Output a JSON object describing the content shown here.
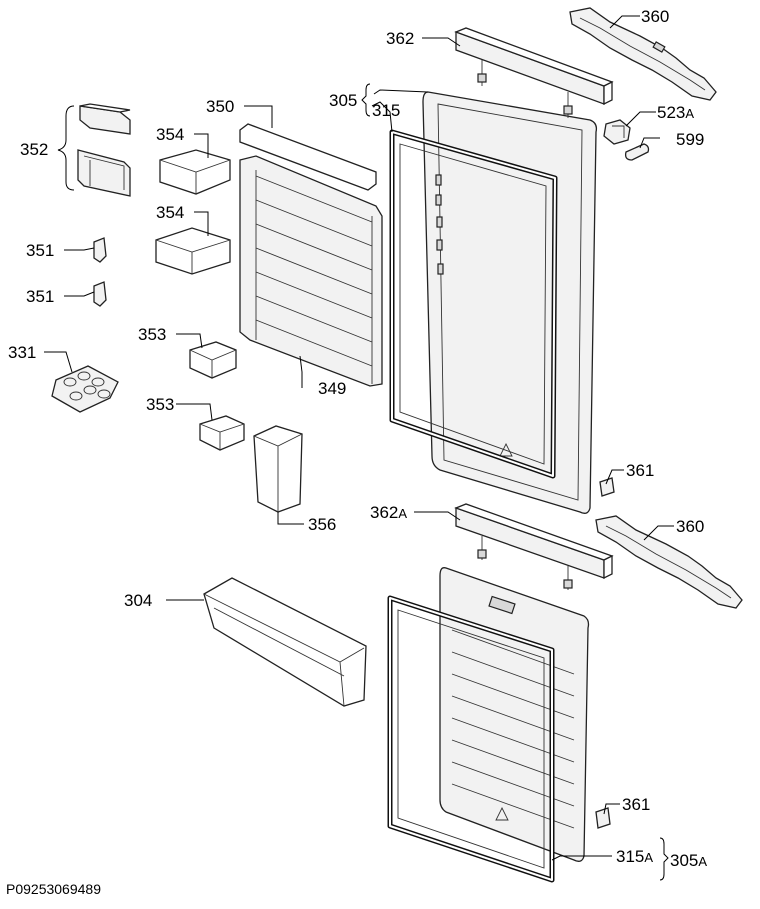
{
  "labels": {
    "l360a": "360",
    "l362": "362",
    "l305": "305",
    "l315": "315",
    "l523a": "523",
    "l523a_suffix": "A",
    "l599": "599",
    "l352": "352",
    "l350": "350",
    "l354a": "354",
    "l354b": "354",
    "l351a": "351",
    "l351b": "351",
    "l353a": "353",
    "l353b": "353",
    "l331": "331",
    "l349": "349",
    "l361a": "361",
    "l362a": "362",
    "l362a_suffix": "A",
    "l356": "356",
    "l360b": "360",
    "l304": "304",
    "l361b": "361",
    "l315a": "315",
    "l315a_suffix": "A",
    "l305a": "305",
    "l305a_suffix": "A"
  },
  "reference_code": "P09253069489"
}
